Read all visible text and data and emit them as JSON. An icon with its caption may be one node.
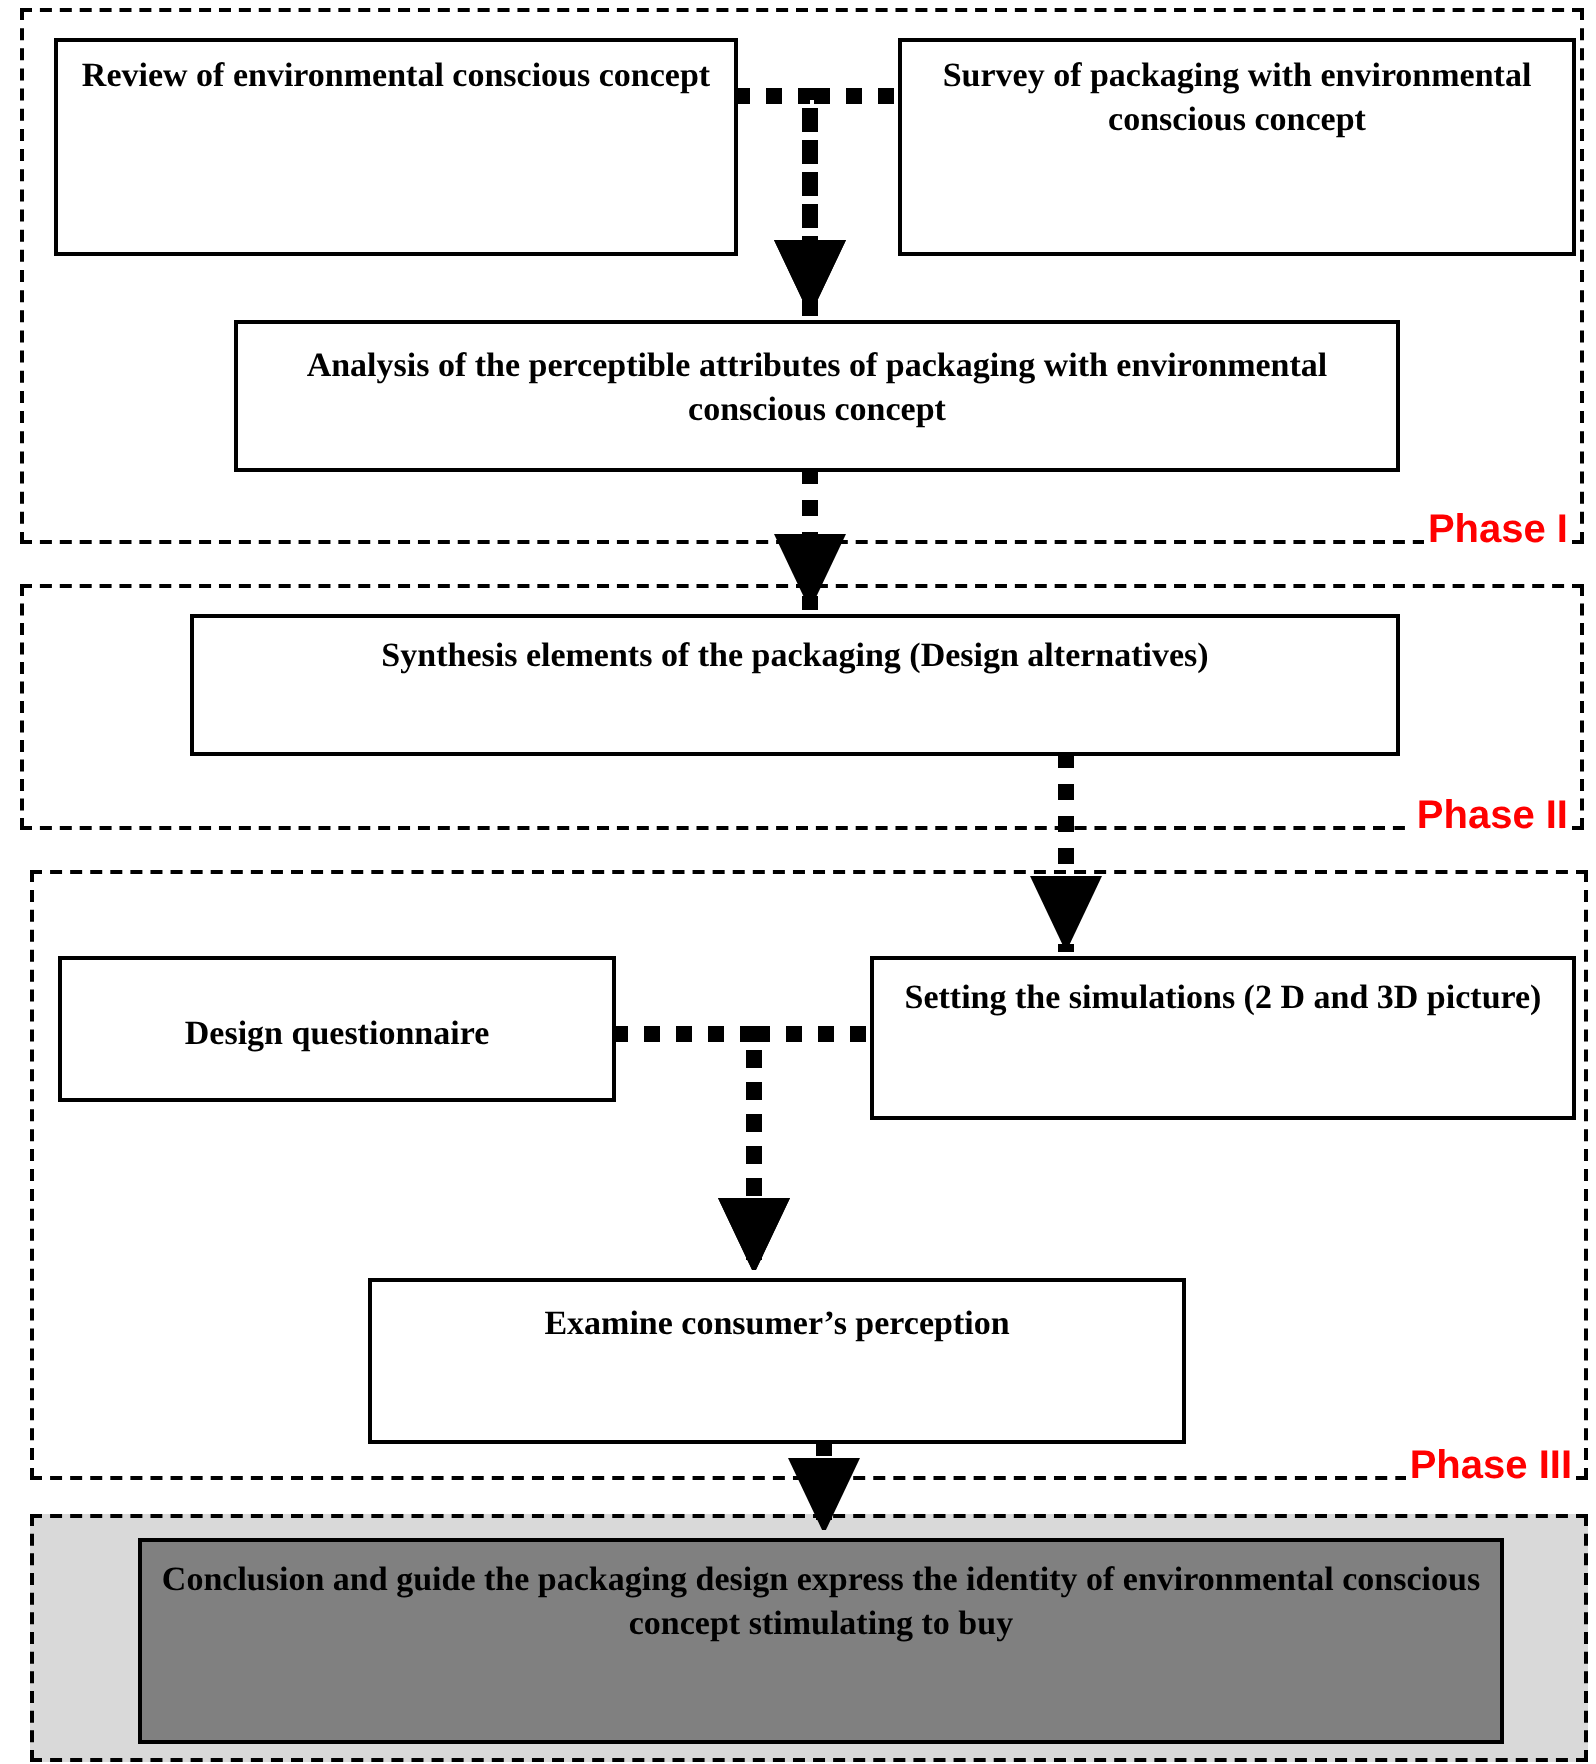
{
  "diagram": {
    "nodes": [
      {
        "text": [
          "Phase I"
        ]
      },
      {
        "text": [
          "Review of environmental conscious concept"
        ],
        "in": 0
      },
      {
        "text": [
          "Survey of packaging with environmental conscious concept"
        ],
        "in": 0
      },
      {
        "text": [
          "Analysis of the perceptible attributes of packaging with environmental conscious concept"
        ],
        "in": 0
      },
      {
        "text": [
          "Phase II"
        ]
      },
      {
        "text": [
          "Synthesis elements of the packaging (Design alternatives)"
        ],
        "in": 4
      },
      {
        "text": [
          "Phase III"
        ]
      },
      {
        "text": [
          "Design questionnaire"
        ],
        "in": 6
      },
      {
        "text": [
          "Setting the simulations (2 D and 3D picture)"
        ],
        "in": 6
      },
      {
        "text": [
          "Examine consumer’s perception"
        ],
        "in": 6
      },
      {
        "text": [],
        "shape": "box"
      },
      {
        "text": [
          "Conclusion and guide the packaging design express the identity of environmental conscious concept stimulating to buy"
        ],
        "in": 10
      }
    ],
    "edges": [
      {
        "from": 1,
        "to": 3,
        "arrow": "to"
      },
      {
        "from": 2,
        "to": 3,
        "arrow": "to"
      },
      {
        "from": 3,
        "to": 5,
        "arrow": "to"
      },
      {
        "from": 5,
        "to": 8,
        "arrow": "to"
      },
      {
        "from": 7,
        "to": 9,
        "arrow": "to"
      },
      {
        "from": 8,
        "to": 9,
        "arrow": "to"
      },
      {
        "from": 9,
        "to": 11,
        "arrow": "to"
      }
    ]
  }
}
